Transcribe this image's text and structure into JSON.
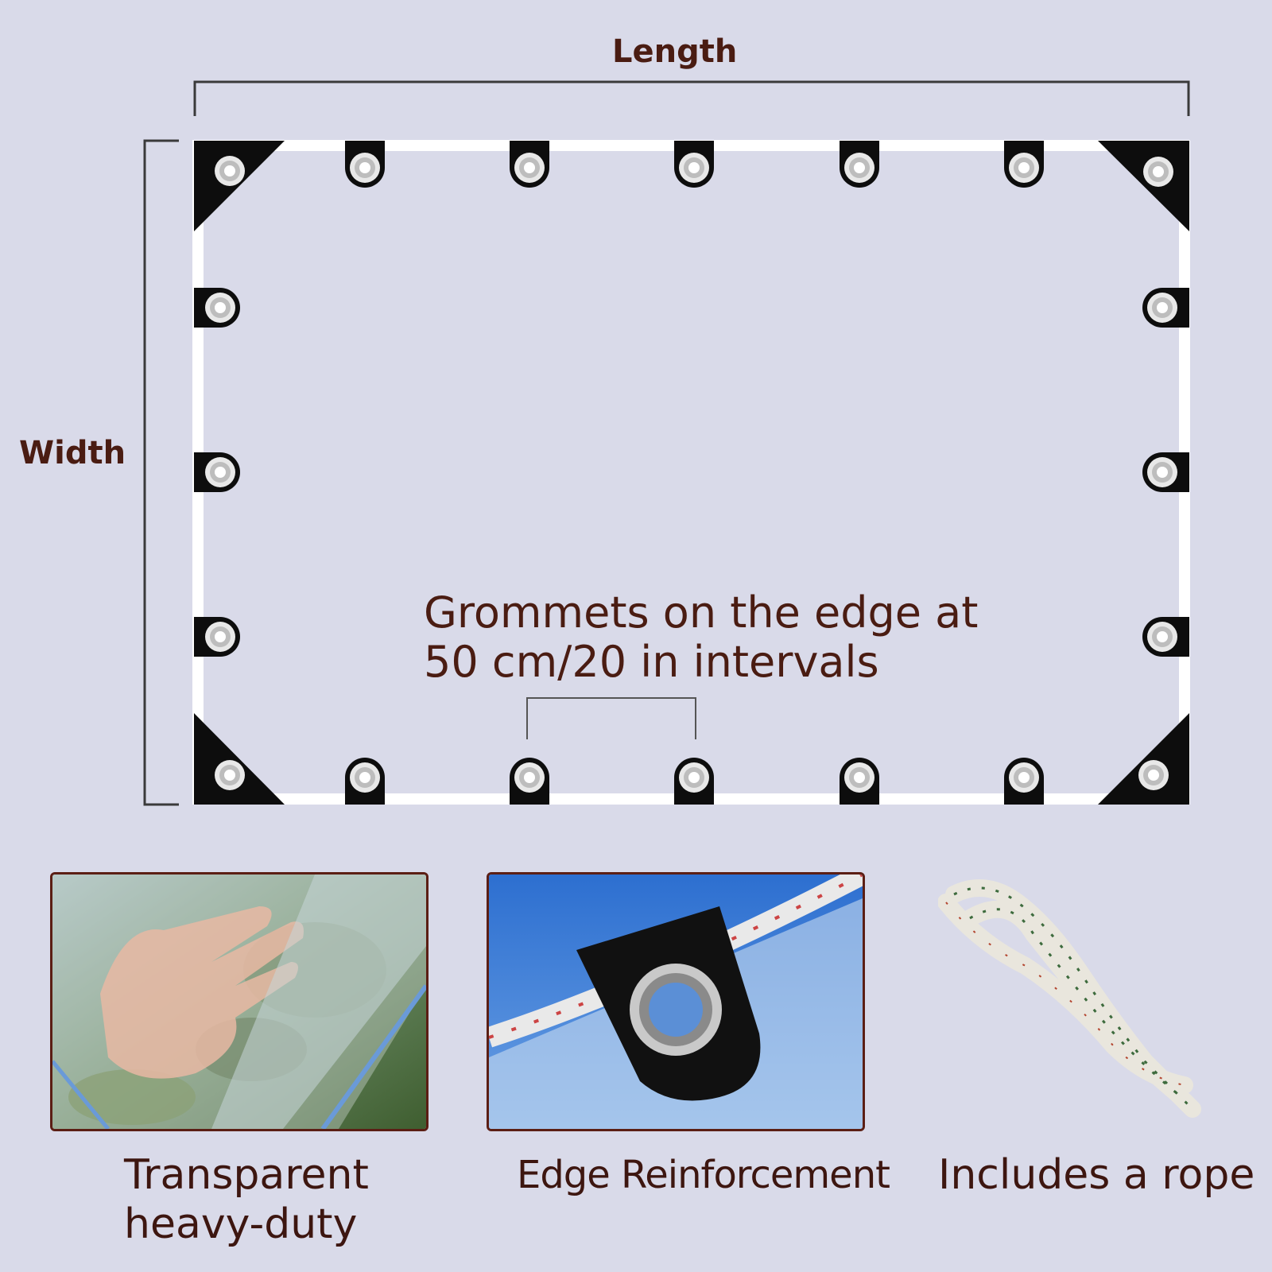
{
  "dimensions": {
    "length_label": "Length",
    "width_label": "Width"
  },
  "note": {
    "line1": "Grommets on the edge at",
    "line2": "50 cm/20 in intervals"
  },
  "features": [
    {
      "line1": "Transparent",
      "line2": "heavy-duty",
      "image": "hand-behind-clear-tarp"
    },
    {
      "line1": "Edge Reinforcement",
      "image": "grommet-with-rope-closeup"
    },
    {
      "line1": "Includes a rope",
      "image": "coiled-rope"
    }
  ],
  "colors": {
    "background": "#d9dae9",
    "text": "#4a1c12",
    "grommet_tab": "#0d0d0d",
    "border": "#ffffff"
  }
}
